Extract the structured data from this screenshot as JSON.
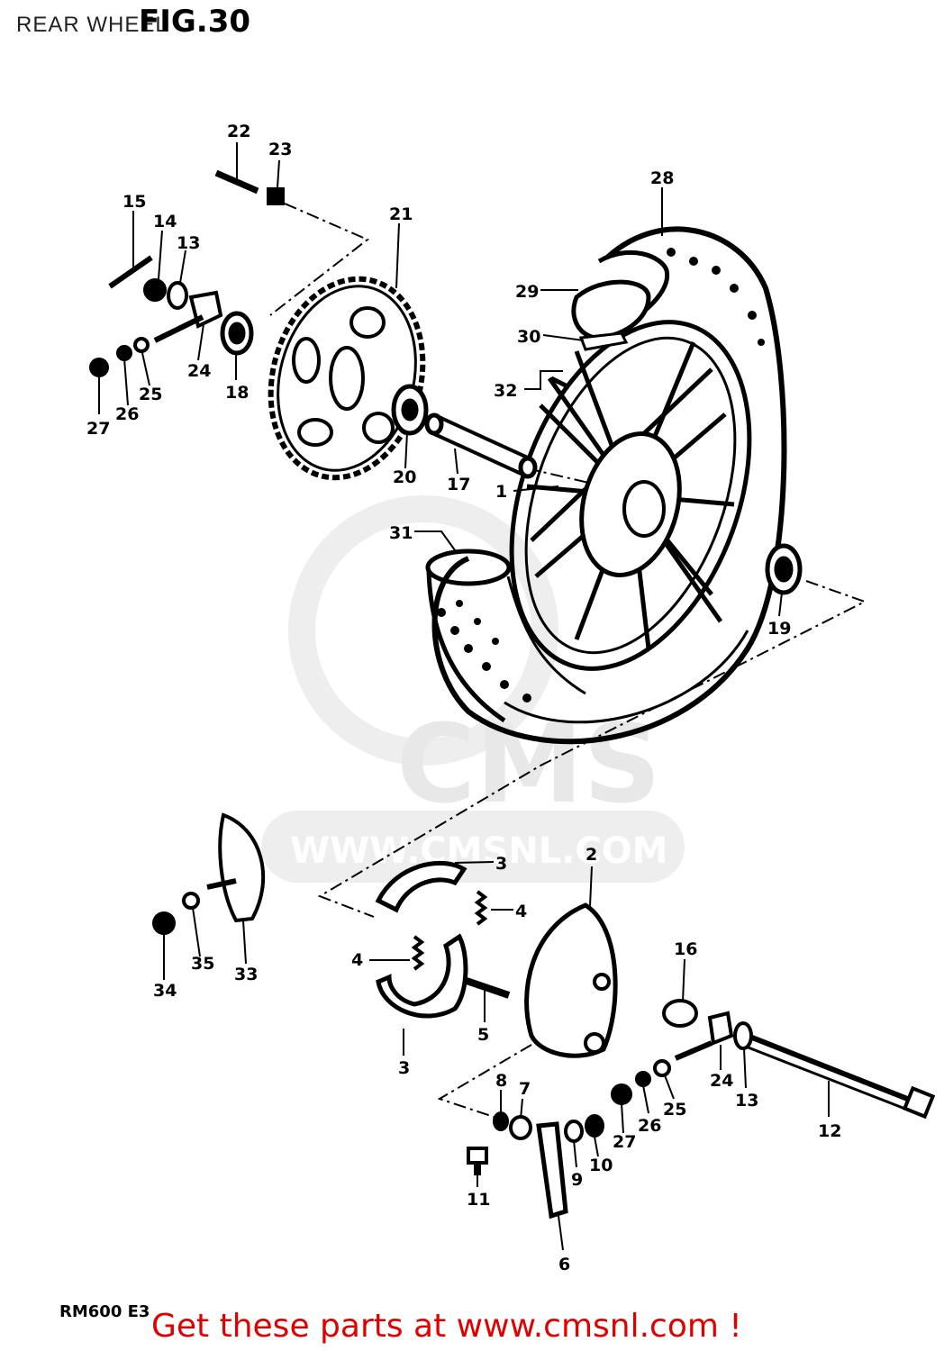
{
  "header": {
    "title": "REAR WHEEL",
    "figure": "FIG.30"
  },
  "footer": {
    "model": "RM600 E3",
    "cta": "Get these parts at www.cmsnl.com !"
  },
  "watermark": {
    "brand": "CMS",
    "url": "WWW.CMSNL.COM"
  },
  "colors": {
    "ink": "#000000",
    "cta": "#e00000",
    "watermark": "#e8e8e8"
  },
  "part_numbers": [
    "1",
    "2",
    "3",
    "4",
    "5",
    "6",
    "7",
    "8",
    "9",
    "10",
    "11",
    "12",
    "13",
    "14",
    "15",
    "16",
    "17",
    "18",
    "19",
    "20",
    "21",
    "22",
    "23",
    "24",
    "25",
    "26",
    "27",
    "28",
    "29",
    "30",
    "31",
    "32",
    "33",
    "34",
    "35"
  ]
}
